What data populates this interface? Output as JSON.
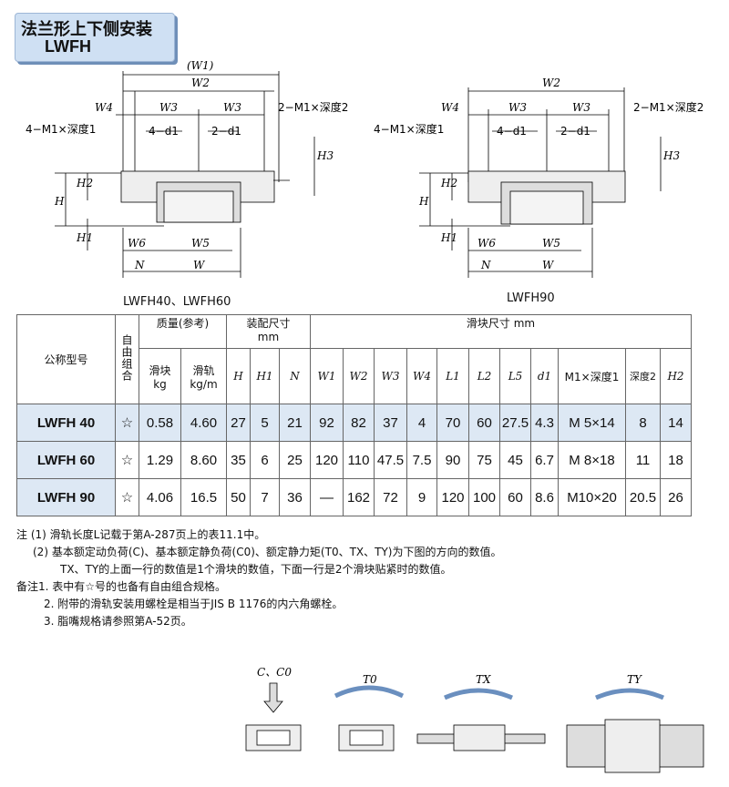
{
  "header": {
    "title_line1": "法兰形上下侧安装",
    "title_line2": "LWFH"
  },
  "captions": {
    "left": "LWFH40、LWFH60",
    "right": "LWFH90"
  },
  "dims_left": {
    "w1": "(W1)",
    "w2": "W2",
    "w4": "W4",
    "w3a": "W3",
    "w3b": "W3",
    "m1_left": "4−M1×深度1",
    "d1a": "4−d1",
    "d1b": "2−d1",
    "m1_right": "2−M1×深度2",
    "h": "H",
    "h2": "H2",
    "h1": "H1",
    "h3": "H3",
    "w6": "W6",
    "w5": "W5",
    "n": "N",
    "w": "W"
  },
  "dims_right": {
    "w2": "W2",
    "w4": "W4",
    "w3a": "W3",
    "w3b": "W3",
    "m1_left": "4−M1×深度1",
    "d1a": "4−d1",
    "d1b": "2−d1",
    "m1_right": "2−M1×深度2",
    "h": "H",
    "h2": "H2",
    "h1": "H1",
    "h3": "H3",
    "w6": "W6",
    "w5": "W5",
    "n": "N",
    "w": "W"
  },
  "table": {
    "h_model": "公称型号",
    "h_free": "自由组合",
    "h_mass": "质量(参考)",
    "h_mass_block": "滑块",
    "h_mass_block_unit": "kg",
    "h_mass_rail": "滑轨",
    "h_mass_rail_unit": "kg/m",
    "h_assembly": "装配尺寸",
    "h_assembly_unit": "mm",
    "h_block": "滑块尺寸 mm",
    "sub": [
      "H",
      "H1",
      "N",
      "W1",
      "W2",
      "W3",
      "W4",
      "L1",
      "L2",
      "L5",
      "d1",
      "M1×深度1",
      "深度2",
      "H2"
    ],
    "rows": [
      {
        "model": "LWFH 40",
        "free": "☆",
        "block_kg": "0.58",
        "rail_kg": "4.60",
        "H": "27",
        "H1": "5",
        "N": "21",
        "W1": "92",
        "W2": "82",
        "W3": "37",
        "W4": "4",
        "L1": "70",
        "L2": "60",
        "L5": "27.5",
        "d1": "4.3",
        "M1": "M  5×14",
        "depth2": "8",
        "H2": "14"
      },
      {
        "model": "LWFH 60",
        "free": "☆",
        "block_kg": "1.29",
        "rail_kg": "8.60",
        "H": "35",
        "H1": "6",
        "N": "25",
        "W1": "120",
        "W2": "110",
        "W3": "47.5",
        "W4": "7.5",
        "L1": "90",
        "L2": "75",
        "L5": "45",
        "d1": "6.7",
        "M1": "M  8×18",
        "depth2": "11",
        "H2": "18"
      },
      {
        "model": "LWFH 90",
        "free": "☆",
        "block_kg": "4.06",
        "rail_kg": "16.5",
        "H": "50",
        "H1": "7",
        "N": "36",
        "W1": "—",
        "W2": "162",
        "W3": "72",
        "W4": "9",
        "L1": "120",
        "L2": "100",
        "L5": "60",
        "d1": "8.6",
        "M1": "M10×20",
        "depth2": "20.5",
        "H2": "26"
      }
    ]
  },
  "notes": [
    "注 (1) 滑轨长度L记载于第A-287页上的表11.1中。",
    "(2) 基本额定动负荷(C)、基本额定静负荷(C0)、额定静力矩(T0、TX、TY)为下图的方向的数值。",
    "TX、TY的上面一行的数值是1个滑块的数值，下面一行是2个滑块贴紧时的数值。",
    "备注1. 表中有☆号的也备有自由组合规格。",
    "2. 附带的滑轨安装用螺栓是相当于JIS B 1176的内六角螺栓。",
    "3. 脂嘴规格请参照第A-52页。"
  ],
  "loads": {
    "c": "C、C0",
    "t0": "T0",
    "tx": "TX",
    "ty": "TY"
  }
}
